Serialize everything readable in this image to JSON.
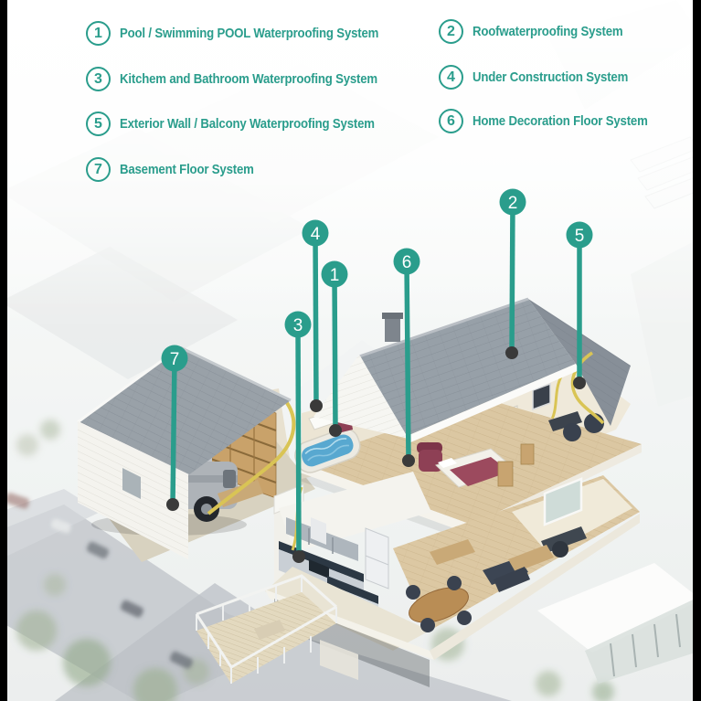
{
  "colors": {
    "accent_teal": "#2a9d8c",
    "callout_dot": "#3a3a3a"
  },
  "legend": {
    "items": [
      {
        "num": "1",
        "label": "Pool / Swimming POOL Waterproofing System"
      },
      {
        "num": "2",
        "label": "Roofwaterproofing System"
      },
      {
        "num": "3",
        "label": "Kitchem and Bathroom Waterproofing System"
      },
      {
        "num": "4",
        "label": "Under Construction System"
      },
      {
        "num": "5",
        "label": "Exterior Wall / Balcony Waterproofing System"
      },
      {
        "num": "6",
        "label": "Home Decoration Floor System"
      },
      {
        "num": "7",
        "label": "Basement Floor System"
      }
    ]
  },
  "markers": [
    {
      "num": "1"
    },
    {
      "num": "2"
    },
    {
      "num": "3"
    },
    {
      "num": "4"
    },
    {
      "num": "5"
    },
    {
      "num": "6"
    },
    {
      "num": "7"
    }
  ]
}
